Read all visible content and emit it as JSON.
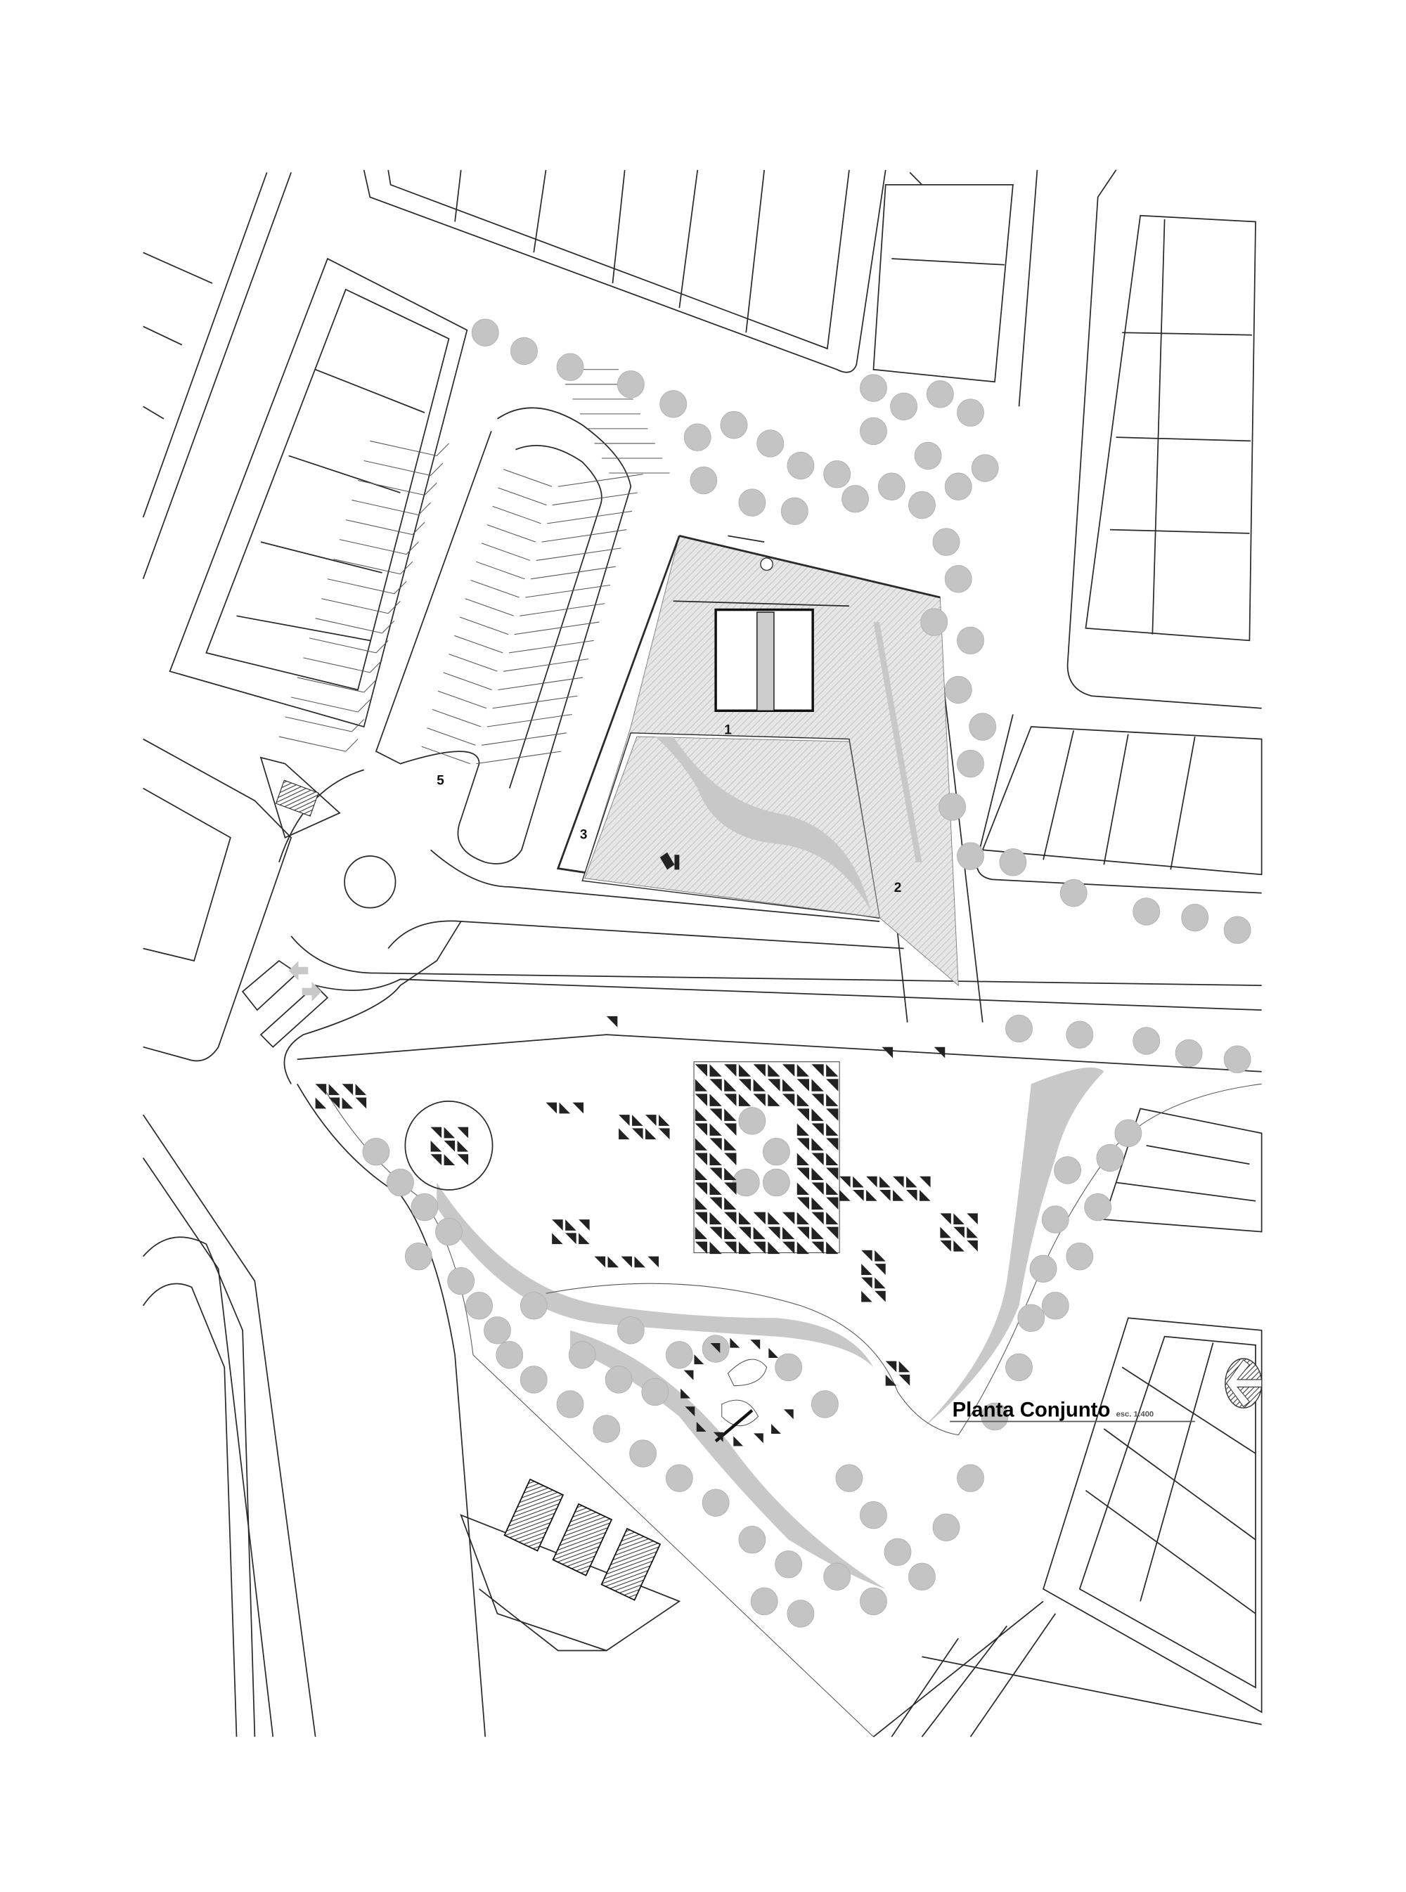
{
  "drawing": {
    "title": "Planta Conjunto",
    "scale": "esc. 1:400",
    "labels": {
      "one": "1",
      "two": "2",
      "three": "3",
      "five": "5"
    },
    "colors": {
      "line": "#2a2a2a",
      "vegetation": "#c4c4c4",
      "pavers": "#222222"
    },
    "north_arrow_icon": "north-arrow-icon"
  }
}
